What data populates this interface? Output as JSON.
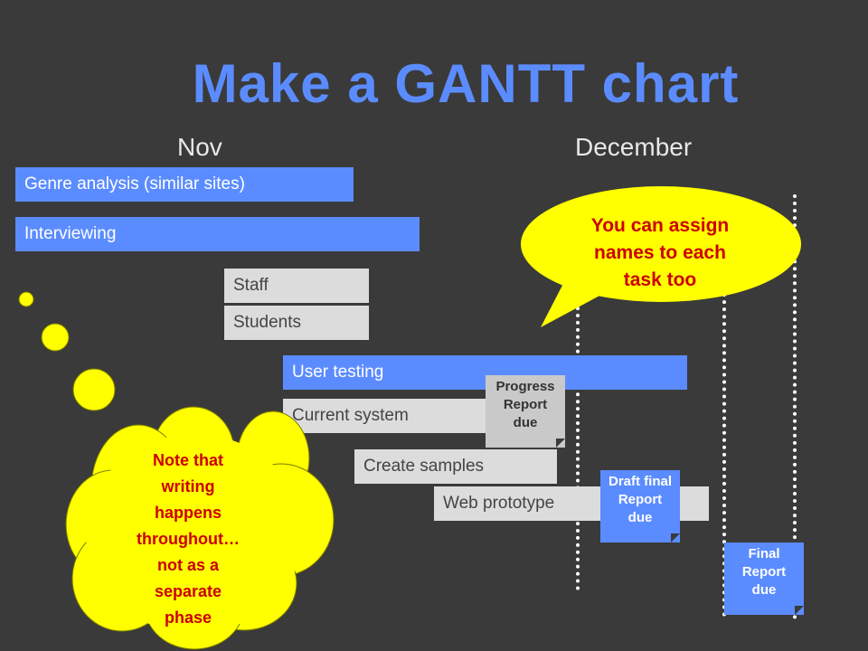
{
  "title": "Make a GANTT chart",
  "months": {
    "nov": "Nov",
    "dec": "December"
  },
  "tasks": {
    "genre": "Genre analysis (similar sites)",
    "interviewing": "Interviewing",
    "staff": "Staff",
    "students": "Students",
    "user_testing": "User testing",
    "current_system": "Current system",
    "create_samples": "Create samples",
    "web_prototype": "Web prototype"
  },
  "milestones": {
    "progress": [
      "Progress",
      "Report",
      "due"
    ],
    "draft": [
      "Draft final",
      "Report",
      "due"
    ],
    "final": [
      "Final",
      "Report",
      "due"
    ]
  },
  "speech_bubble": [
    "You can assign",
    "names to each",
    "task too"
  ],
  "thought_bubble": [
    "Note that",
    "writing",
    "happens",
    "throughout…",
    "not as a",
    "separate",
    "phase"
  ],
  "colors": {
    "background": "#3a3a3a",
    "bar_blue": "#5b8cff",
    "bar_grey": "#dcdcdc",
    "bubble_yellow": "#ffff00",
    "bubble_text_red": "#cc0000"
  }
}
